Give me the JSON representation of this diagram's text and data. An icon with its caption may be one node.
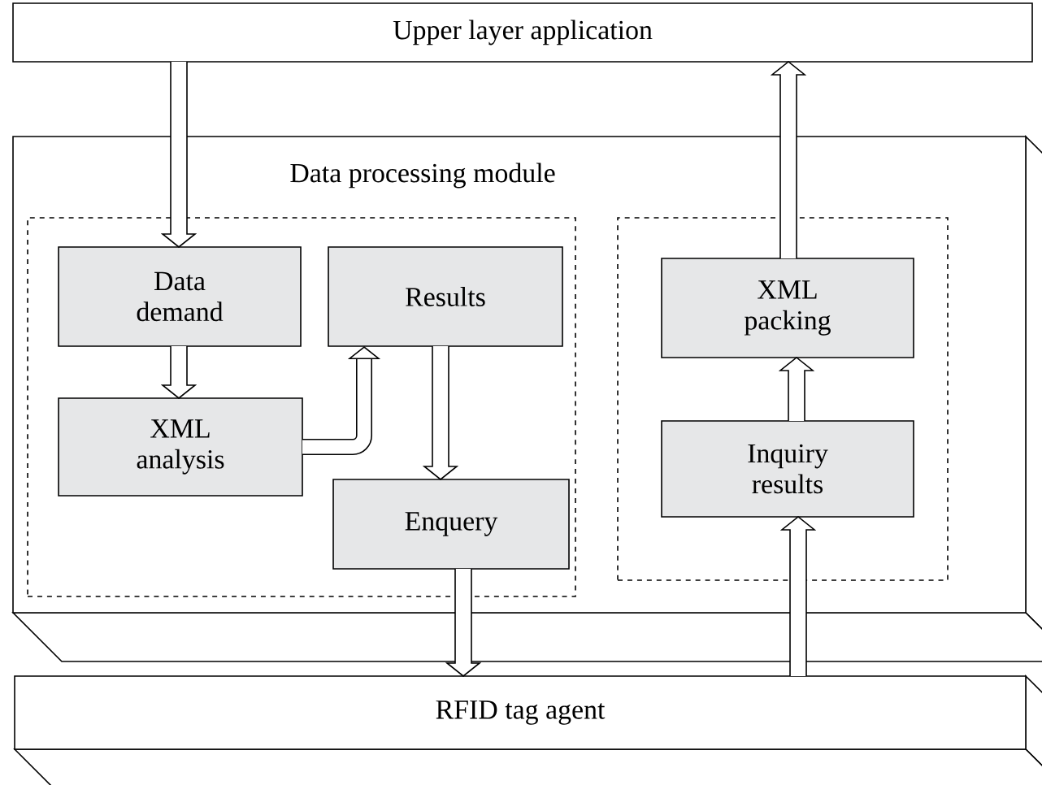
{
  "diagram": {
    "nodes": [
      {
        "text": [
          "Upper layer application"
        ]
      },
      {
        "text": [
          "Data processing module"
        ]
      },
      {
        "text": [],
        "shape": "box",
        "in": 1
      },
      {
        "text": [],
        "shape": "box",
        "in": 1
      },
      {
        "text": [
          "Data demand"
        ],
        "in": 2
      },
      {
        "text": [
          "Results"
        ],
        "in": 2
      },
      {
        "text": [
          "XML analysis"
        ],
        "in": 2
      },
      {
        "text": [
          "Enquery"
        ],
        "in": 2
      },
      {
        "text": [
          "XML packing"
        ],
        "in": 3
      },
      {
        "text": [
          "Inquiry results"
        ],
        "in": 3
      },
      {
        "text": [
          "RFID tag agent"
        ]
      }
    ],
    "edges": [
      {
        "from": 0,
        "to": 4,
        "arrow": "to"
      },
      {
        "from": 4,
        "to": 6,
        "arrow": "to"
      },
      {
        "from": 6,
        "to": 5,
        "arrow": "to"
      },
      {
        "from": 5,
        "to": 7,
        "arrow": "to"
      },
      {
        "from": 7,
        "to": 10,
        "arrow": "to"
      },
      {
        "from": 10,
        "to": 9,
        "arrow": "to"
      },
      {
        "from": 9,
        "to": 8,
        "arrow": "to"
      },
      {
        "from": 8,
        "to": 0,
        "arrow": "to"
      }
    ]
  }
}
